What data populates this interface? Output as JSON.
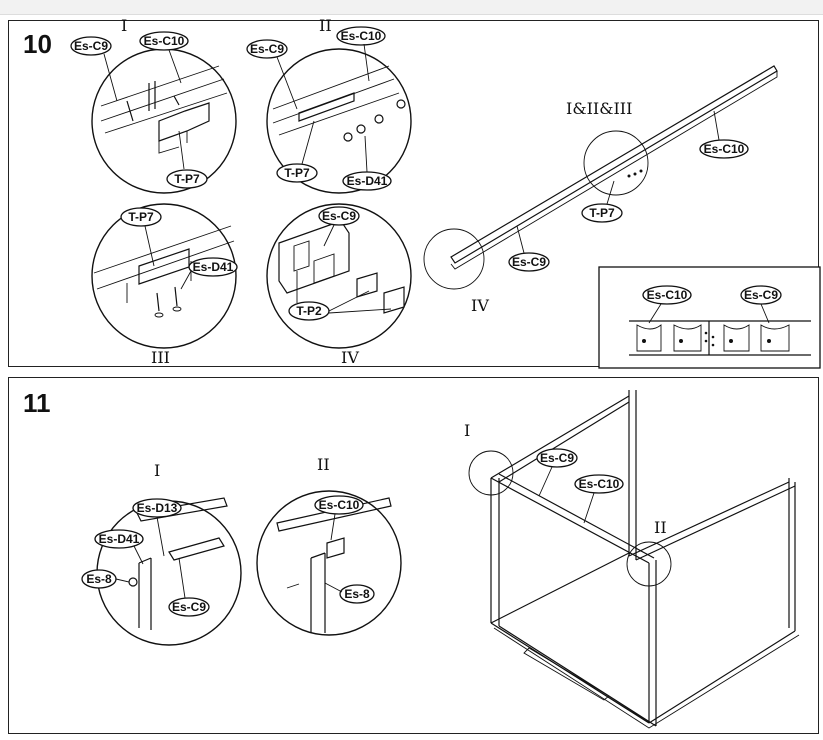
{
  "steps": [
    {
      "number": "10",
      "details": [
        {
          "roman": "I",
          "labels": [
            "Es-C9",
            "Es-C10",
            "T-P7"
          ]
        },
        {
          "roman": "II",
          "labels": [
            "Es-C9",
            "Es-C10",
            "T-P7",
            "Es-D41"
          ]
        },
        {
          "roman": "III",
          "labels": [
            "T-P7",
            "Es-D41"
          ]
        },
        {
          "roman": "IV",
          "labels": [
            "Es-C9",
            "T-P2"
          ]
        }
      ],
      "overview": {
        "callout": "I&II&III",
        "marker": "IV",
        "labels": [
          "Es-C10",
          "T-P7",
          "Es-C9"
        ]
      },
      "inset": {
        "labels": [
          "Es-C10",
          "Es-C9"
        ]
      }
    },
    {
      "number": "11",
      "details": [
        {
          "roman": "I",
          "labels": [
            "Es-D13",
            "Es-D41",
            "Es-8",
            "Es-C9"
          ]
        },
        {
          "roman": "II",
          "labels": [
            "Es-C10",
            "Es-8"
          ]
        }
      ],
      "overview": {
        "markers": [
          "I",
          "II"
        ],
        "labels": [
          "Es-C9",
          "Es-C10"
        ]
      }
    }
  ]
}
